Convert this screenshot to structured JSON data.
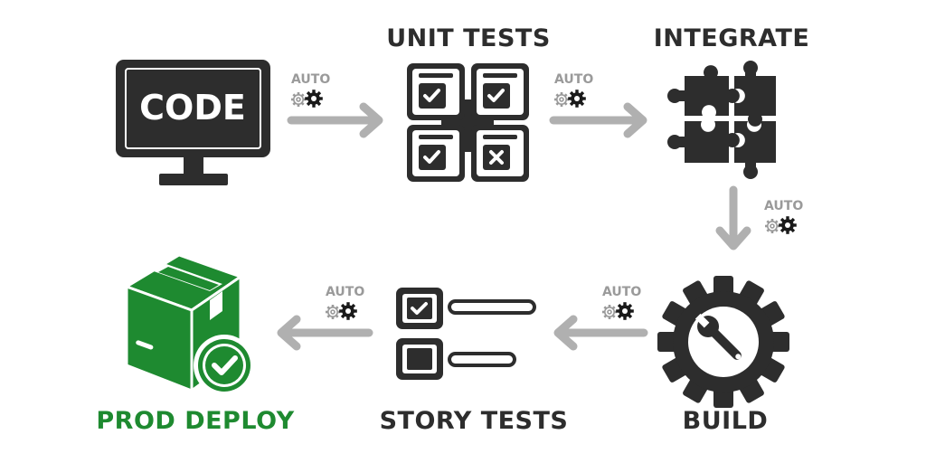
{
  "stages": {
    "code": {
      "screen_text": "CODE"
    },
    "unit_tests": {
      "label": "UNIT TESTS"
    },
    "integrate": {
      "label": "INTEGRATE"
    },
    "build": {
      "label": "BUILD"
    },
    "story_tests": {
      "label": "STORY TESTS"
    },
    "prod_deploy": {
      "label": "PROD DEPLOY"
    }
  },
  "transitions": {
    "code_to_unit": {
      "label": "AUTO"
    },
    "unit_to_integrate": {
      "label": "AUTO"
    },
    "integrate_to_build": {
      "label": "AUTO"
    },
    "build_to_story": {
      "label": "AUTO"
    },
    "story_to_prod": {
      "label": "AUTO"
    }
  },
  "colors": {
    "icon_dark": "#2d2d2d",
    "arrow_gray": "#b0b0b0",
    "auto_gray": "#9a9a9a",
    "deploy_green": "#1e8a30",
    "background": "#ffffff"
  },
  "icons": {
    "code": "monitor-icon",
    "unit_tests": "checklist-grid-icon",
    "integrate": "puzzle-icon",
    "build": "gear-wrench-icon",
    "story_tests": "checkbox-list-icon",
    "prod_deploy": "package-check-icon",
    "auto": "gears-icon"
  }
}
